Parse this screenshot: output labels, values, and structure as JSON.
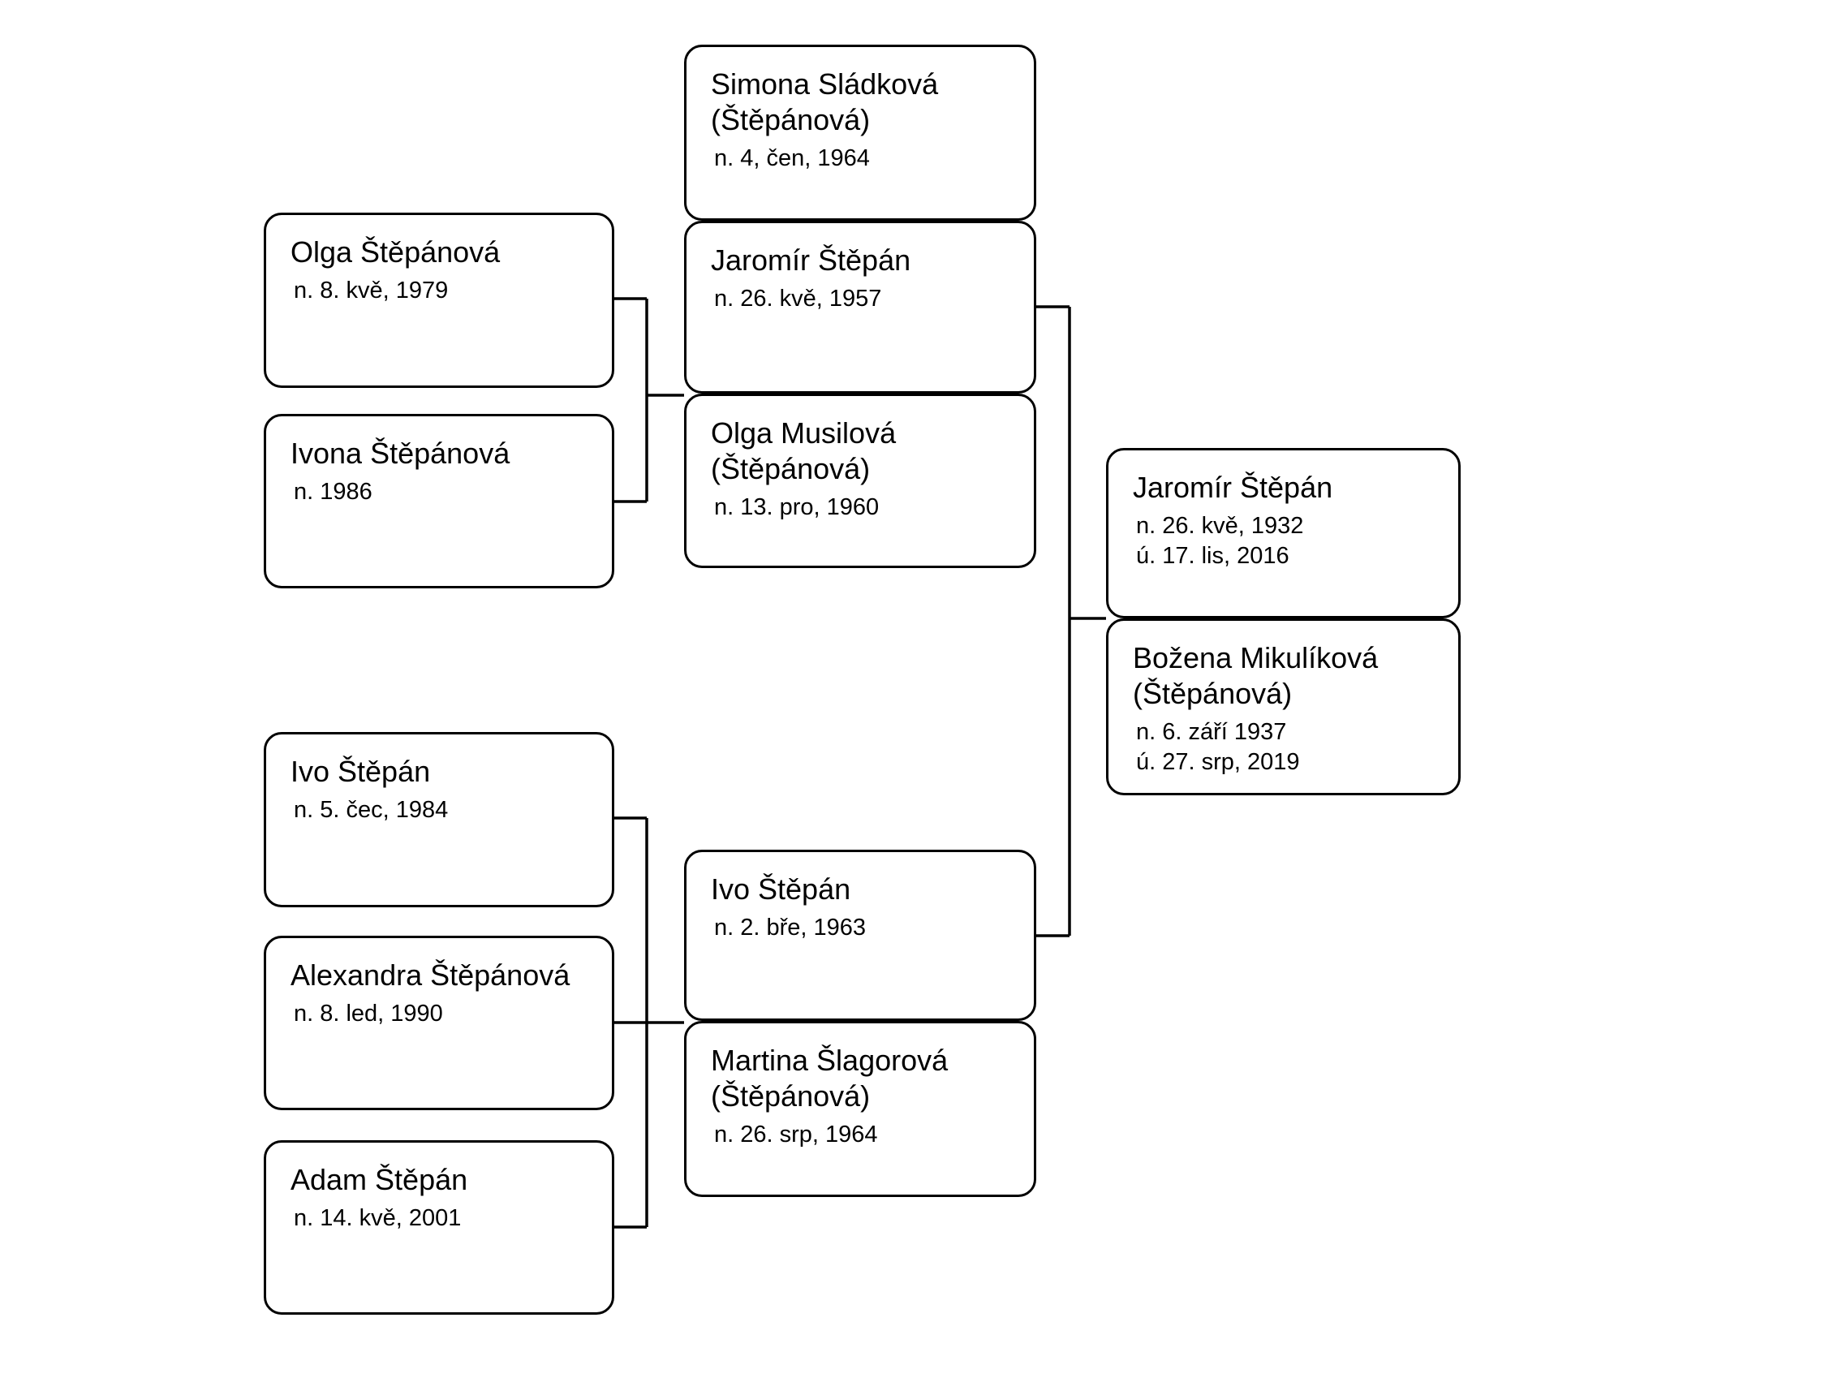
{
  "diagram": {
    "type": "family-tree",
    "background_color": "#ffffff",
    "box_fill_color": "#ffffff",
    "box_border_color": "#000000",
    "connector_color": "#000000",
    "people": {
      "simona": {
        "name": "Simona Sládková",
        "maiden": "(Štěpánová)",
        "birth": "n. 4, čen, 1964"
      },
      "jaromir_1957": {
        "name": "Jaromír Štěpán",
        "birth": "n. 26. kvě, 1957"
      },
      "olga_musilova": {
        "name": "Olga Musilová",
        "maiden": "(Štěpánová)",
        "birth": "n. 13. pro, 1960"
      },
      "olga": {
        "name": "Olga Štěpánová",
        "birth": "n. 8. kvě, 1979"
      },
      "ivona": {
        "name": "Ivona Štěpánová",
        "birth": "n. 1986"
      },
      "jaromir_1932": {
        "name": "Jaromír Štěpán",
        "birth": "n. 26. kvě, 1932",
        "death": "ú. 17. lis, 2016"
      },
      "bozena": {
        "name": "Božena Mikulíková",
        "maiden": "(Štěpánová)",
        "birth": "n. 6. září 1937",
        "death": "ú. 27. srp, 2019"
      },
      "ivo_1984": {
        "name": "Ivo Štěpán",
        "birth": "n. 5. čec, 1984"
      },
      "alexandra": {
        "name": "Alexandra Štěpánová",
        "birth": "n. 8. led, 1990"
      },
      "adam": {
        "name": "Adam Štěpán",
        "birth": "n. 14. kvě, 2001"
      },
      "ivo_1963": {
        "name": "Ivo Štěpán",
        "birth": "n. 2. bře, 1963"
      },
      "martina": {
        "name": "Martina Šlagorová",
        "maiden": "(Štěpánová)",
        "birth": "n. 26. srp, 1964"
      }
    }
  }
}
